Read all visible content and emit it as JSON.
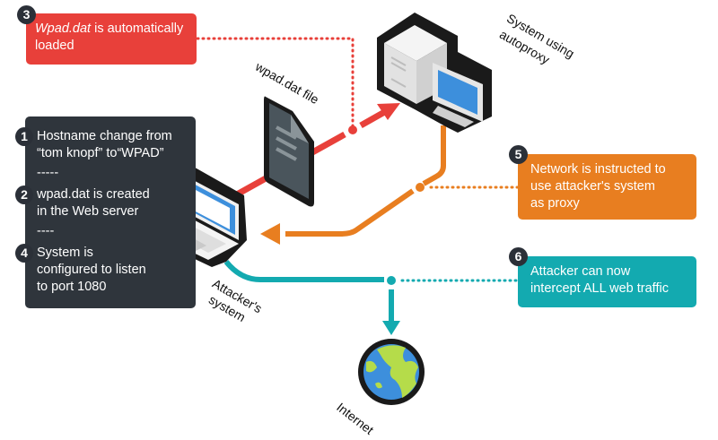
{
  "callouts": {
    "step3": {
      "number": "3",
      "text_italic": "Wpad.dat",
      "text_rest": " is automatically",
      "text_line2": "loaded"
    },
    "steps_box": {
      "step1": {
        "number": "1",
        "line1": "Hostname change from",
        "line2": "“tom knopf” to“WPAD”"
      },
      "sep1": "-----",
      "step2": {
        "number": "2",
        "line1": "wpad.dat is created",
        "line2": "in the Web server"
      },
      "sep2": "----",
      "step4": {
        "number": "4",
        "line1": "System is",
        "line2": "configured to listen",
        "line3": "to port 1080"
      }
    },
    "step5": {
      "number": "5",
      "line1": "Network is instructed to",
      "line2": "use attacker's system",
      "line3": "as proxy"
    },
    "step6": {
      "number": "6",
      "line1": "Attacker can now",
      "line2": "intercept ALL web traffic"
    }
  },
  "labels": {
    "system_using": "System using",
    "autoproxy": "autoproxy",
    "wpad_file": "wpad.dat file",
    "attackers": "Attacker's",
    "system": "system",
    "internet": "Internet"
  },
  "colors": {
    "red": "#e8403a",
    "dark": "#2f353c",
    "orange": "#e87e20",
    "teal": "#13aab0",
    "screen_blue": "#3d8fdc",
    "globe_green": "#b5dc4a"
  }
}
